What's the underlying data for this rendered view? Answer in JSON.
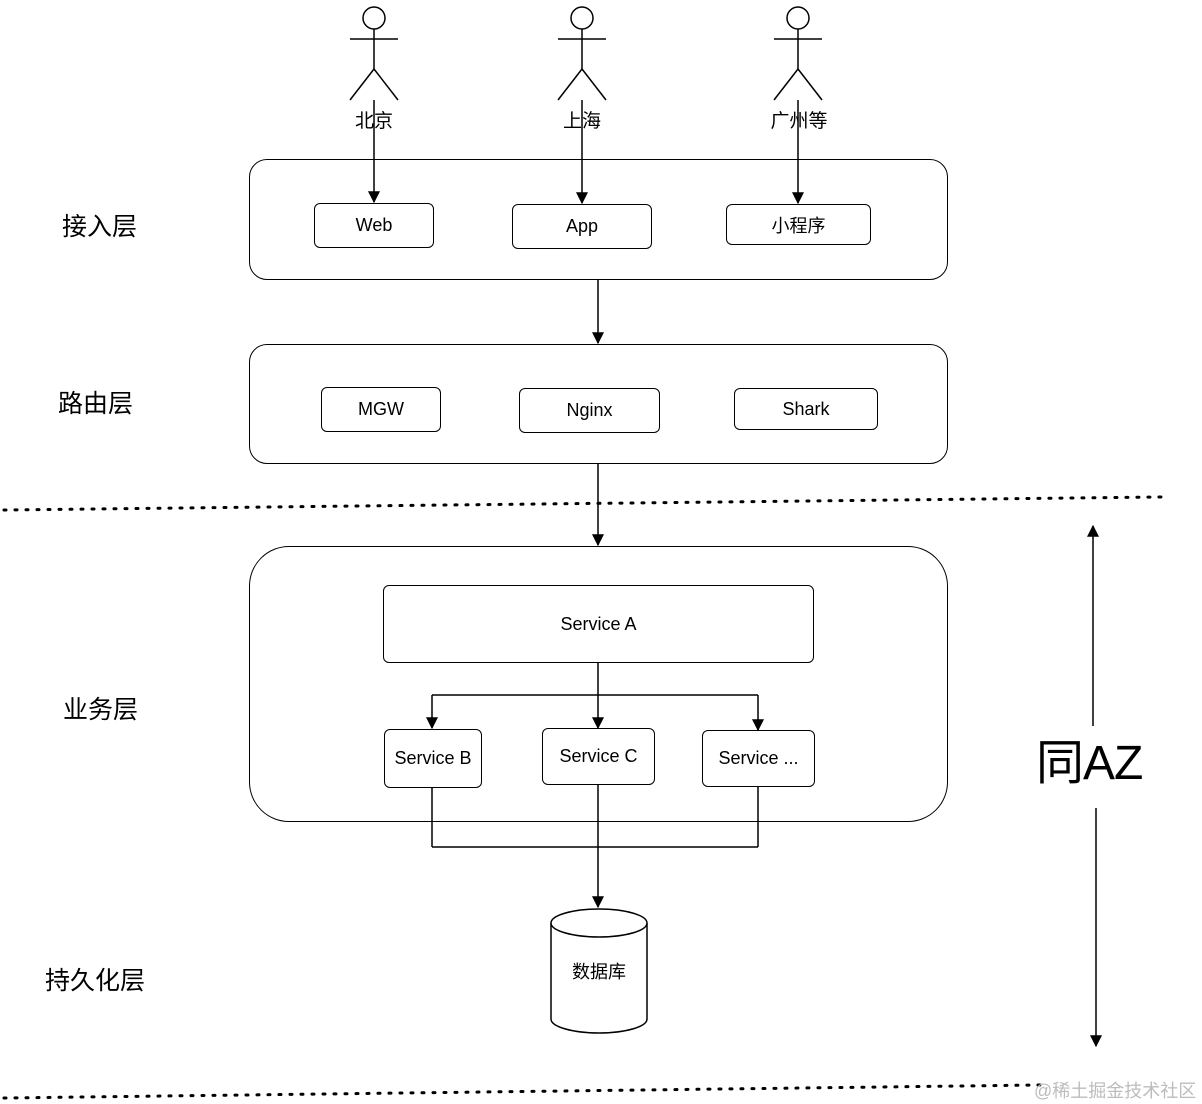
{
  "layers": {
    "access": "接入层",
    "routing": "路由层",
    "business": "业务层",
    "persistence": "持久化层"
  },
  "actors": [
    "北京",
    "上海",
    "广州等"
  ],
  "access_nodes": [
    "Web",
    "App",
    "小程序"
  ],
  "routing_nodes": [
    "MGW",
    "Nginx",
    "Shark"
  ],
  "services": {
    "a": "Service A",
    "b": "Service B",
    "c": "Service C",
    "more": "Service ..."
  },
  "database": "数据库",
  "az_label": "同AZ",
  "watermark": "@稀土掘金技术社区"
}
